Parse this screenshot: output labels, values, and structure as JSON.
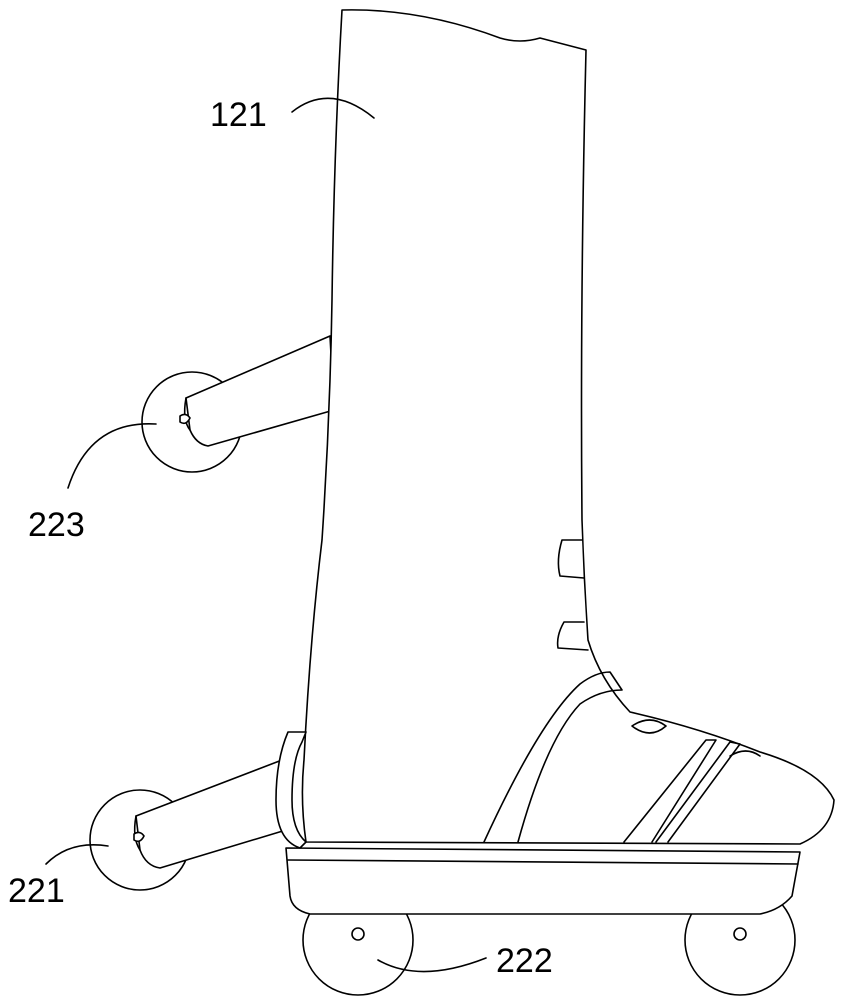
{
  "figure": {
    "labels": {
      "boot": "121",
      "rear_wheel": "221",
      "bottom_wheel": "222",
      "upper_wheel": "223"
    },
    "line_color": "#000000",
    "background": "#ffffff"
  }
}
